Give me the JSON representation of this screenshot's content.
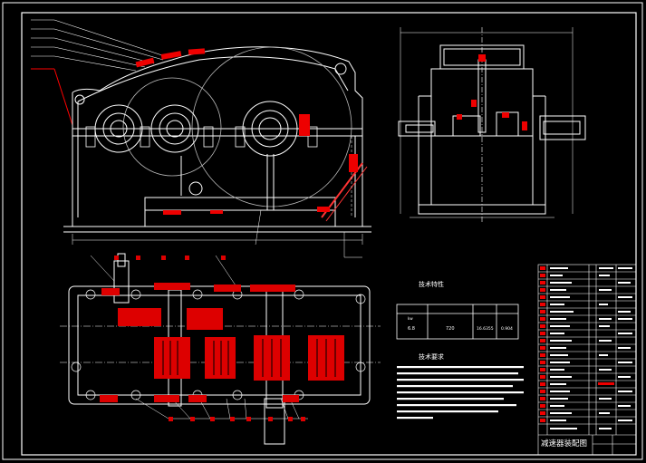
{
  "drawing": {
    "background": "#000000",
    "line_color": "#ffffff",
    "section_color": "#ff0000",
    "highlight_color": "#ff3333",
    "secondary_color": "#cccccc"
  },
  "tech_char": {
    "title": "技术特性",
    "headers": [
      "",
      "",
      "",
      ""
    ],
    "row": [
      "6.8",
      "720",
      "16.6355",
      "0.904"
    ],
    "row_label": "kw"
  },
  "tech_req": {
    "title": "技术要求"
  },
  "title_block": {
    "title": "减速器装配图"
  }
}
